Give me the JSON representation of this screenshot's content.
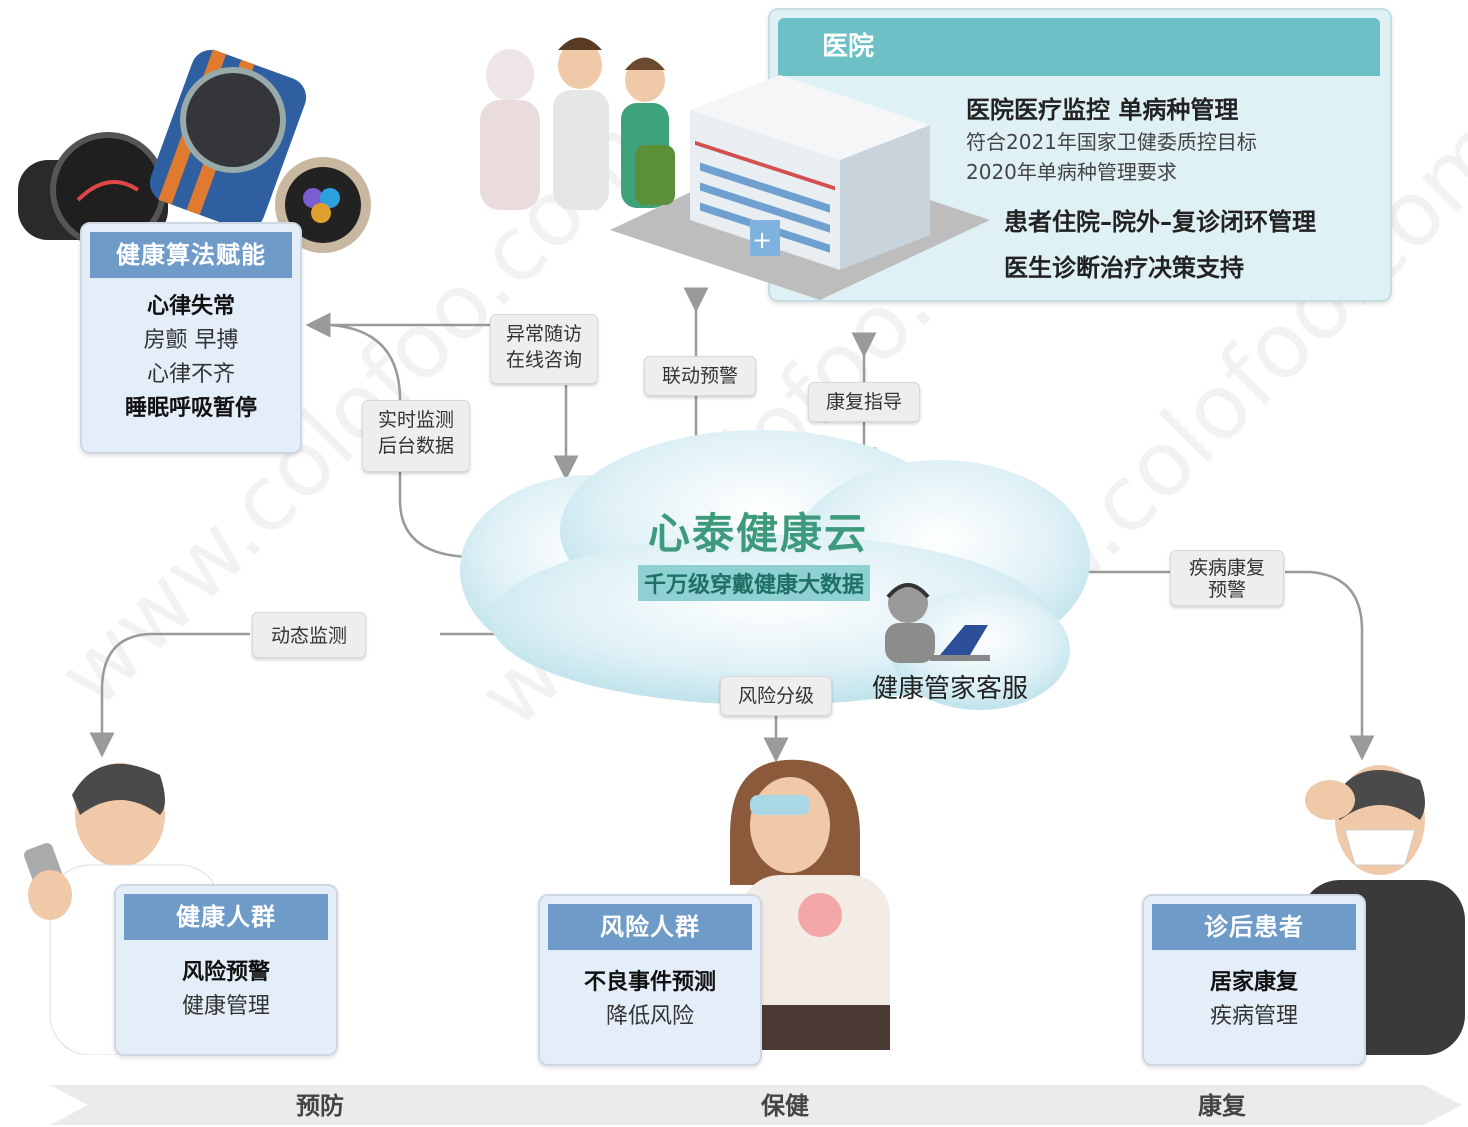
{
  "hospital": {
    "tab": "医院",
    "line1": "医院医疗监控 单病种管理",
    "line2": "符合2021年国家卫健委质控目标",
    "line3": "2020年单病种管理要求",
    "line4": "患者住院–院外–复诊闭环管理",
    "line5": "医生诊断治疗决策支持"
  },
  "algorithm_card": {
    "title": "健康算法赋能",
    "items": [
      "心律失常",
      "房颤 早搏",
      "心律不齐",
      "睡眠呼吸暂停"
    ]
  },
  "cloud": {
    "title": "心泰健康云",
    "subtitle": "千万级穿戴健康大数据",
    "service": "健康管家客服"
  },
  "tags": {
    "followup": [
      "异常随访",
      "在线咨询"
    ],
    "realtime": [
      "实时监测",
      "后台数据"
    ],
    "linkage": "联动预警",
    "rehab_guide": "康复指导",
    "dynamic": "动态监测",
    "risk_grade": "风险分级",
    "recovery_warning": [
      "疾病康复",
      "预警"
    ]
  },
  "groups": [
    {
      "title": "健康人群",
      "line1": "风险预警",
      "line2": "健康管理"
    },
    {
      "title": "风险人群",
      "line1": "不良事件预测",
      "line2": "降低风险"
    },
    {
      "title": "诊后患者",
      "line1": "居家康复",
      "line2": "疾病管理"
    }
  ],
  "phases": [
    "预防",
    "保健",
    "康复"
  ],
  "watermark": "www.colofoo.com",
  "colors": {
    "card_head": "#6f9bc9",
    "card_bg": "#e3eef9",
    "hospital_tab": "#6cc0c6",
    "hospital_bg": "#dff1f4",
    "cloud_title": "#3e9a7c",
    "arrow": "#9a9a9a"
  }
}
